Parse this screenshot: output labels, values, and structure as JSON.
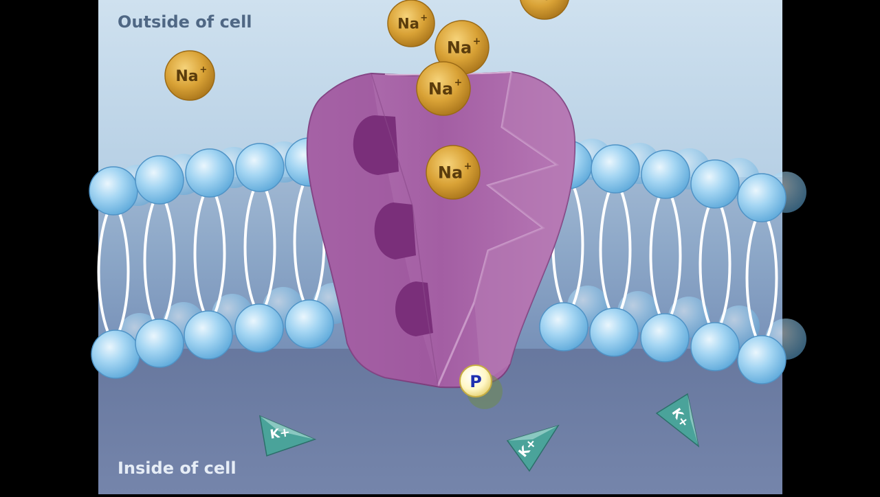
{
  "labels": {
    "outside": "Outside of cell",
    "inside": "Inside of cell"
  },
  "ions": {
    "sodium": {
      "base": "Na",
      "charge": "+"
    },
    "potassium": {
      "base": "K",
      "charge": "+"
    },
    "phosphate": "P"
  },
  "colors": {
    "outside_bg": "#bfd7e9",
    "inside_bg": "#6d7da3",
    "pump": "#a561a4",
    "sodium": "#d7a233",
    "potassium": "#4aa39a",
    "lipid_head": "#8dc8ec"
  },
  "icons": [
    "sodium-ion-icon",
    "potassium-ion-icon",
    "phosphate-icon",
    "lipid-head-icon",
    "sodium-potassium-pump-icon"
  ]
}
